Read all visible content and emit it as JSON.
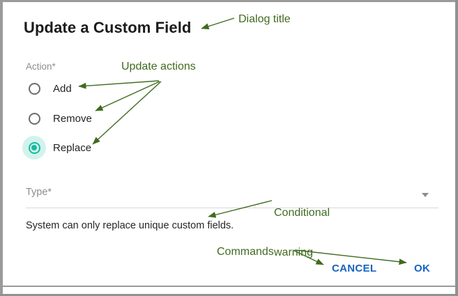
{
  "dialog": {
    "title": "Update a Custom Field",
    "action_label": "Action*",
    "radio_options": [
      {
        "label": "Add",
        "selected": false
      },
      {
        "label": "Remove",
        "selected": false
      },
      {
        "label": "Replace",
        "selected": true
      }
    ],
    "type_field": {
      "placeholder": "Type*",
      "caret_icon": "chevron-down-icon",
      "value": ""
    },
    "warning": "System can only replace unique custom fields.",
    "buttons": {
      "cancel": "CANCEL",
      "ok": "OK"
    }
  },
  "annotations": {
    "title": "Dialog title",
    "actions": "Update actions",
    "warning_line1": "Conditional",
    "warning_line2": "warning",
    "commands": "Commands"
  },
  "colors": {
    "accent_teal": "#16baa0",
    "accent_halo": "#d2f3ec",
    "link_blue": "#1764c0",
    "annotation_green": "#3f6b1f",
    "label_grey": "#8d8d8d",
    "frame_grey": "#9a9a9a"
  }
}
